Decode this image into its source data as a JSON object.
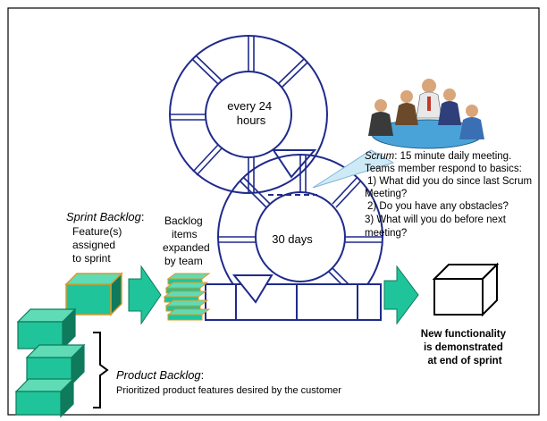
{
  "loop_top": "every 24 hours",
  "loop_top_lines": [
    "every 24",
    "hours"
  ],
  "loop_bottom": "30 days",
  "scrum": {
    "term": "Scrum",
    "line1": ": 15 minute daily meeting.",
    "line2": "Teams member respond to basics:",
    "line3": "1) What did you do since last Scrum",
    "line4": "Meeting?",
    "line5": "2) Do you have any obstacles?",
    "line6": "3) What will you do before next",
    "line7": "meeting?"
  },
  "sprint_backlog": {
    "term": "Sprint Backlog",
    "suffix": ":",
    "line2": "Feature(s)",
    "line3": "assigned",
    "line4": "to sprint"
  },
  "expanded": {
    "line1": "Backlog",
    "line2": "items",
    "line3": "expanded",
    "line4": "by team"
  },
  "product_backlog": {
    "term": "Product Backlog",
    "suffix": ":",
    "description": "Prioritized product features desired by the customer"
  },
  "new_functionality": {
    "line1": "New functionality",
    "line2": "is demonstrated",
    "line3": "at end of sprint"
  },
  "colors": {
    "cycle_blue": "#1f2a8c",
    "teal": "#1fc49a",
    "teal_dark": "#0f7a5c",
    "sprint_border": "#d99a2b",
    "arrow_green": "#1fc49a"
  }
}
